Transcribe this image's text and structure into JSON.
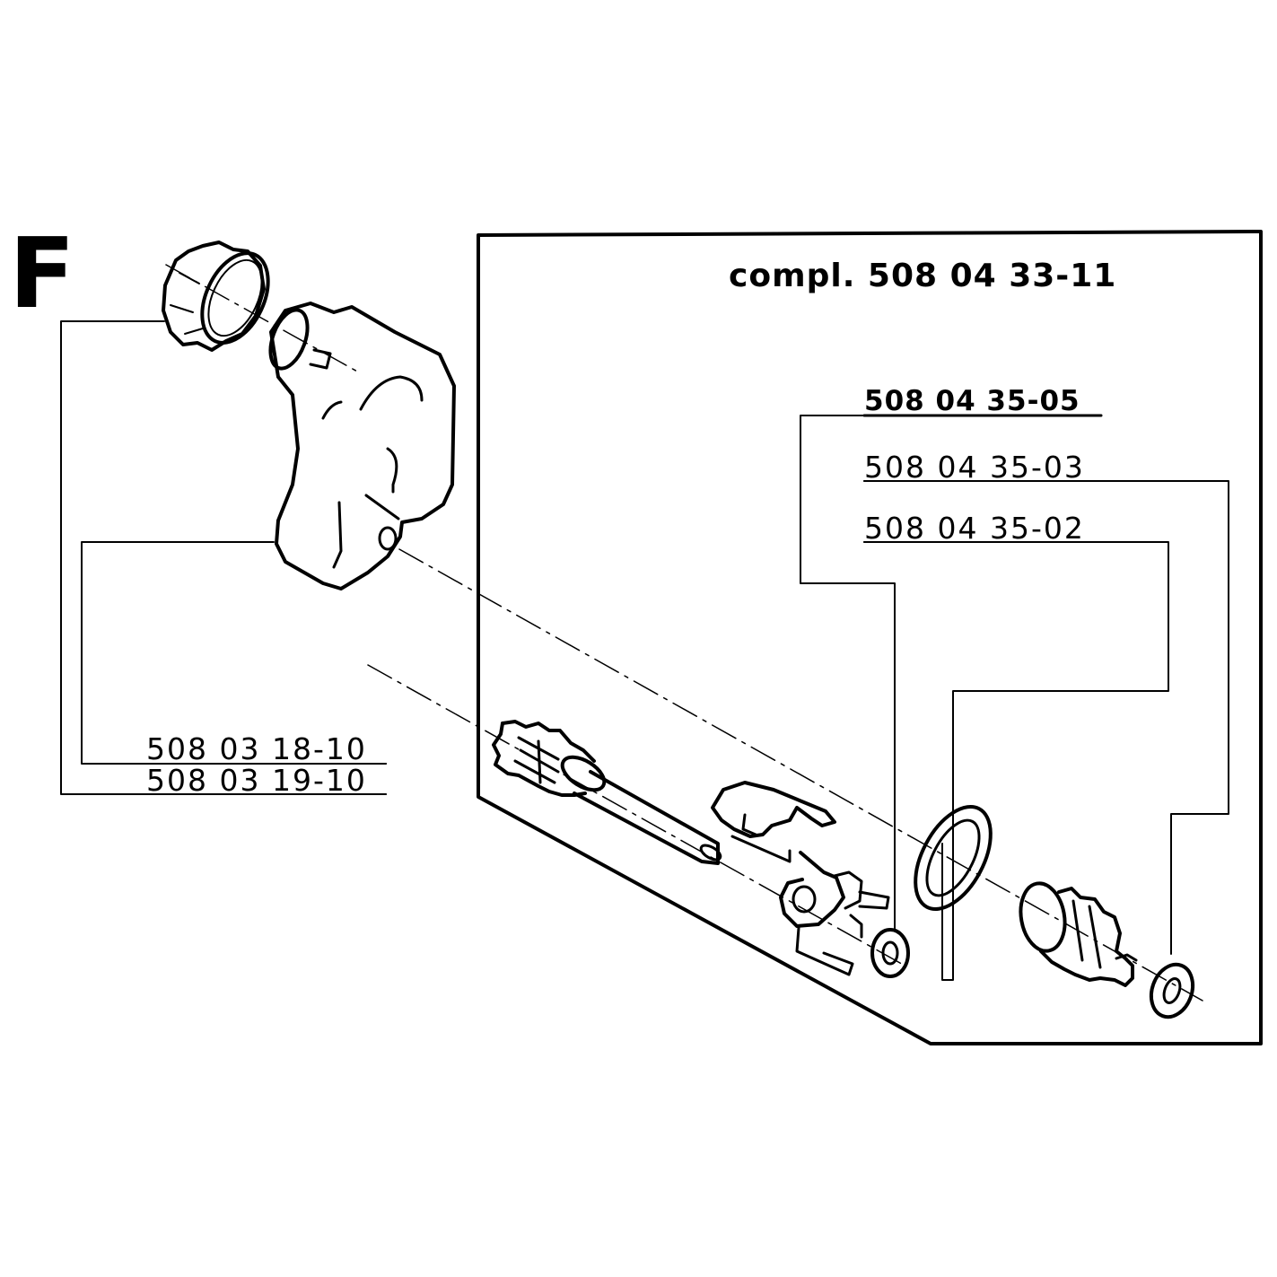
{
  "section_letter": "F",
  "assembly_label": "compl. 508 04 33-11",
  "part_numbers": {
    "p_35_05": "508 04 35-05",
    "p_35_03": "508 04 35-03",
    "p_35_02": "508 04 35-02",
    "p_18_10": "508 03 18-10",
    "p_19_10": "508 03 19-10"
  },
  "colors": {
    "line": "#000000",
    "background": "#ffffff"
  }
}
